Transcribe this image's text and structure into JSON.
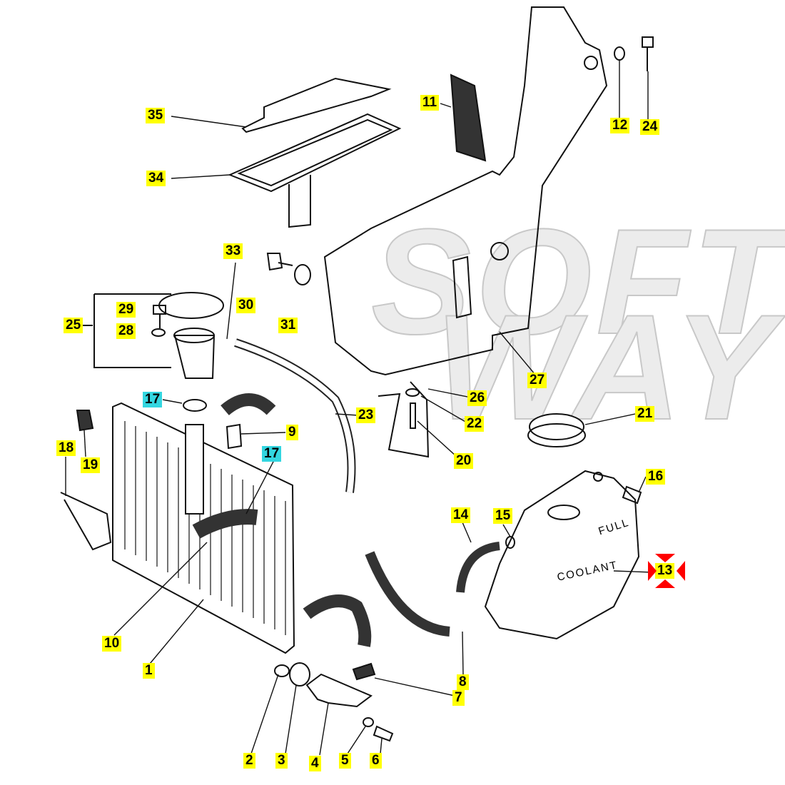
{
  "watermark": {
    "line1": "SOFT",
    "line2": "WAY"
  },
  "tank_text": {
    "full": "FULL",
    "coolant": "COOLANT"
  },
  "selection_color": "#ff0000",
  "highlight_colors": {
    "yellow": "#ffff00",
    "cyan": "#33d6e0"
  },
  "callouts": [
    {
      "num": "35",
      "style": "yellow"
    },
    {
      "num": "34",
      "style": "yellow"
    },
    {
      "num": "11",
      "style": "yellow"
    },
    {
      "num": "12",
      "style": "yellow"
    },
    {
      "num": "24",
      "style": "yellow"
    },
    {
      "num": "33",
      "style": "yellow"
    },
    {
      "num": "30",
      "style": "yellow"
    },
    {
      "num": "31",
      "style": "yellow"
    },
    {
      "num": "29",
      "style": "yellow"
    },
    {
      "num": "25",
      "style": "yellow"
    },
    {
      "num": "28",
      "style": "yellow"
    },
    {
      "num": "17",
      "style": "cyan"
    },
    {
      "num": "17",
      "style": "cyan"
    },
    {
      "num": "9",
      "style": "yellow"
    },
    {
      "num": "23",
      "style": "yellow"
    },
    {
      "num": "26",
      "style": "yellow"
    },
    {
      "num": "27",
      "style": "yellow"
    },
    {
      "num": "22",
      "style": "yellow"
    },
    {
      "num": "21",
      "style": "yellow"
    },
    {
      "num": "20",
      "style": "yellow"
    },
    {
      "num": "18",
      "style": "yellow"
    },
    {
      "num": "19",
      "style": "yellow"
    },
    {
      "num": "16",
      "style": "yellow"
    },
    {
      "num": "14",
      "style": "yellow"
    },
    {
      "num": "15",
      "style": "yellow"
    },
    {
      "num": "13",
      "style": "yellow",
      "selected": true
    },
    {
      "num": "10",
      "style": "yellow"
    },
    {
      "num": "1",
      "style": "yellow"
    },
    {
      "num": "8",
      "style": "yellow"
    },
    {
      "num": "7",
      "style": "yellow"
    },
    {
      "num": "2",
      "style": "yellow"
    },
    {
      "num": "3",
      "style": "yellow"
    },
    {
      "num": "4",
      "style": "yellow"
    },
    {
      "num": "5",
      "style": "yellow"
    },
    {
      "num": "6",
      "style": "yellow"
    }
  ]
}
